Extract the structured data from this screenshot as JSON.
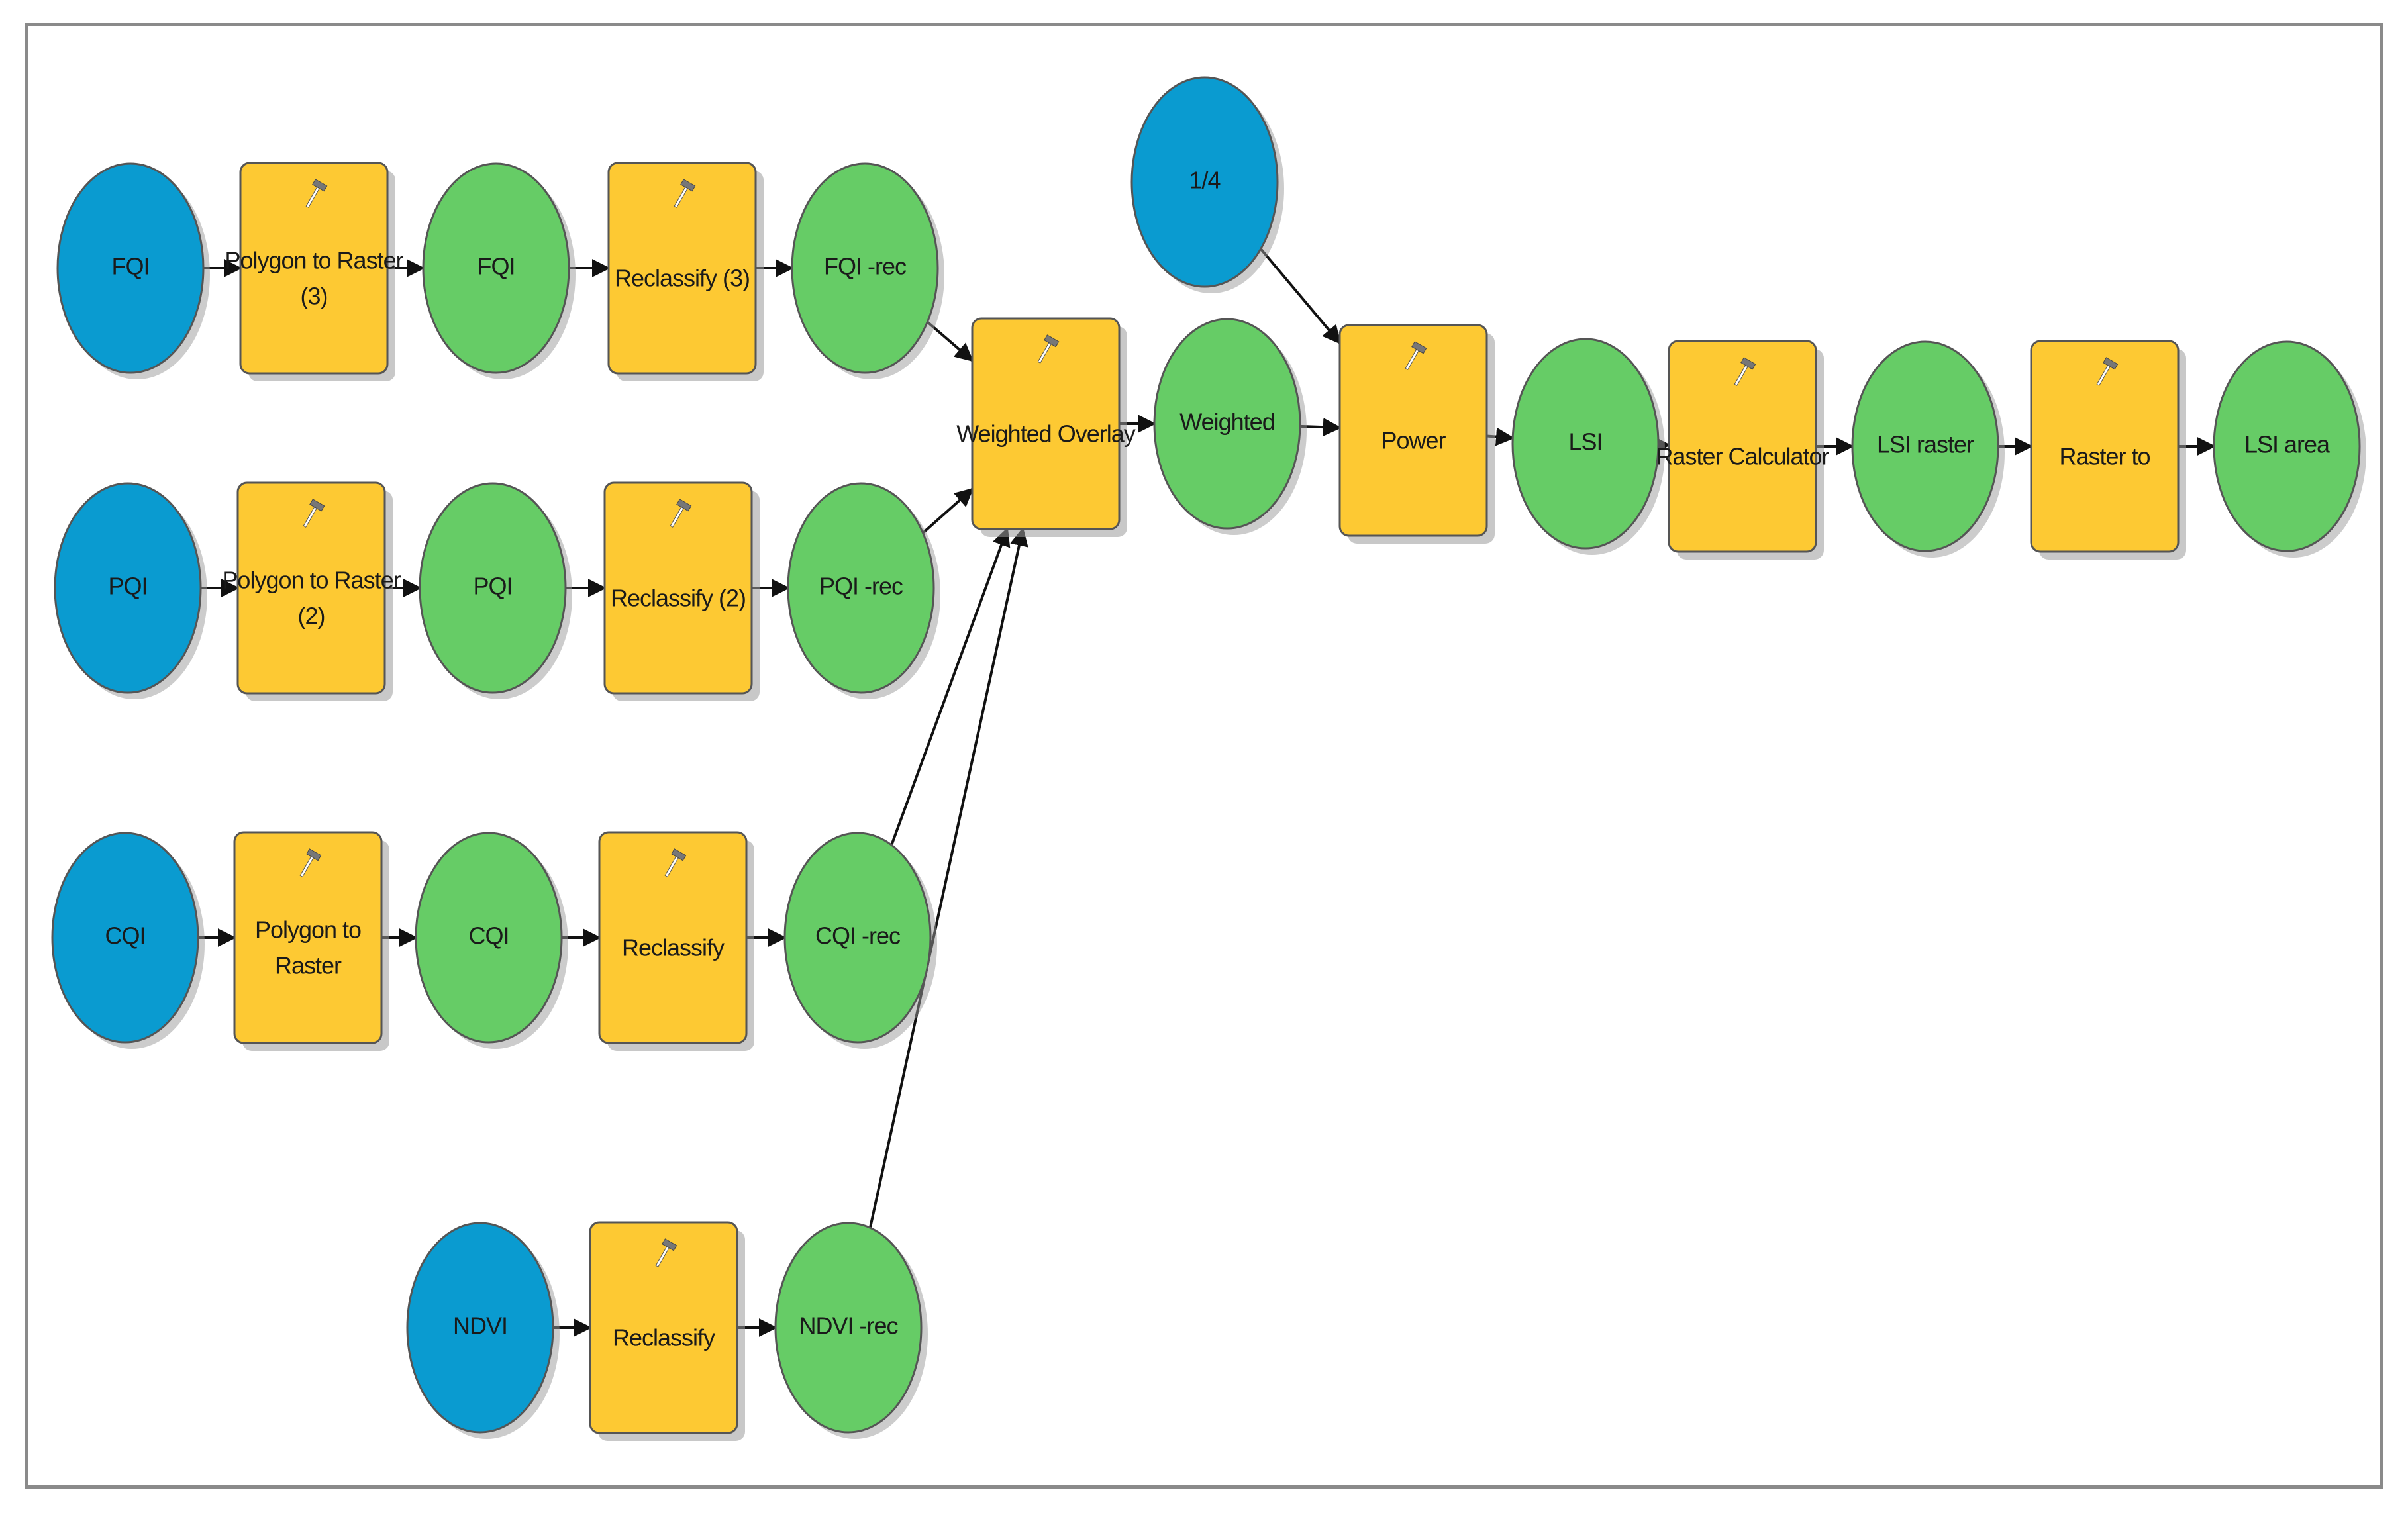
{
  "colors": {
    "input": "#0a9bd0",
    "tool": "#fdc933",
    "output": "#66cc66",
    "border": "#555555",
    "arrow": "#111111",
    "shadow": "#9a9a9a"
  },
  "nodes": [
    {
      "id": "fqi-in",
      "kind": "input",
      "lines": [
        "FQI"
      ]
    },
    {
      "id": "poly-raster-3",
      "kind": "tool",
      "lines": [
        "Polygon to Raster",
        "(3)"
      ]
    },
    {
      "id": "fqi-raster",
      "kind": "output",
      "lines": [
        "FQI"
      ]
    },
    {
      "id": "reclassify-3",
      "kind": "tool",
      "lines": [
        "Reclassify (3)"
      ]
    },
    {
      "id": "fqi-rec",
      "kind": "output",
      "lines": [
        "FQI -rec"
      ]
    },
    {
      "id": "pqi-in",
      "kind": "input",
      "lines": [
        "PQI"
      ]
    },
    {
      "id": "poly-raster-2",
      "kind": "tool",
      "lines": [
        "Polygon to Raster",
        "(2)"
      ]
    },
    {
      "id": "pqi-raster",
      "kind": "output",
      "lines": [
        "PQI"
      ]
    },
    {
      "id": "reclassify-2",
      "kind": "tool",
      "lines": [
        "Reclassify (2)"
      ]
    },
    {
      "id": "pqi-rec",
      "kind": "output",
      "lines": [
        "PQI -rec"
      ]
    },
    {
      "id": "cqi-in",
      "kind": "input",
      "lines": [
        "CQI"
      ]
    },
    {
      "id": "poly-raster",
      "kind": "tool",
      "lines": [
        "Polygon to",
        "Raster"
      ]
    },
    {
      "id": "cqi-raster",
      "kind": "output",
      "lines": [
        "CQI"
      ]
    },
    {
      "id": "reclassify-c",
      "kind": "tool",
      "lines": [
        "Reclassify"
      ]
    },
    {
      "id": "cqi-rec",
      "kind": "output",
      "lines": [
        "CQI -rec"
      ]
    },
    {
      "id": "ndvi-in",
      "kind": "input",
      "lines": [
        "NDVI"
      ]
    },
    {
      "id": "reclassify-n",
      "kind": "tool",
      "lines": [
        "Reclassify"
      ]
    },
    {
      "id": "ndvi-rec",
      "kind": "output",
      "lines": [
        "NDVI -rec"
      ]
    },
    {
      "id": "weighted-overlay",
      "kind": "tool",
      "lines": [
        "Weighted Overlay"
      ]
    },
    {
      "id": "weighted",
      "kind": "output",
      "lines": [
        "Weighted"
      ]
    },
    {
      "id": "quarter",
      "kind": "input",
      "lines": [
        "1/4"
      ]
    },
    {
      "id": "power",
      "kind": "tool",
      "lines": [
        "Power"
      ]
    },
    {
      "id": "lsi",
      "kind": "output",
      "lines": [
        "LSI"
      ]
    },
    {
      "id": "raster-calculator",
      "kind": "tool",
      "lines": [
        "Raster Calculator"
      ]
    },
    {
      "id": "lsi-raster",
      "kind": "output",
      "lines": [
        "LSI raster"
      ]
    },
    {
      "id": "raster-to",
      "kind": "tool",
      "lines": [
        "Raster to"
      ]
    },
    {
      "id": "lsi-area",
      "kind": "output",
      "lines": [
        "LSI area"
      ]
    }
  ],
  "edges": [
    [
      "fqi-in",
      "poly-raster-3"
    ],
    [
      "poly-raster-3",
      "fqi-raster"
    ],
    [
      "fqi-raster",
      "reclassify-3"
    ],
    [
      "reclassify-3",
      "fqi-rec"
    ],
    [
      "pqi-in",
      "poly-raster-2"
    ],
    [
      "poly-raster-2",
      "pqi-raster"
    ],
    [
      "pqi-raster",
      "reclassify-2"
    ],
    [
      "reclassify-2",
      "pqi-rec"
    ],
    [
      "cqi-in",
      "poly-raster"
    ],
    [
      "poly-raster",
      "cqi-raster"
    ],
    [
      "cqi-raster",
      "reclassify-c"
    ],
    [
      "reclassify-c",
      "cqi-rec"
    ],
    [
      "ndvi-in",
      "reclassify-n"
    ],
    [
      "reclassify-n",
      "ndvi-rec"
    ],
    [
      "fqi-rec",
      "weighted-overlay"
    ],
    [
      "pqi-rec",
      "weighted-overlay"
    ],
    [
      "cqi-rec",
      "weighted-overlay"
    ],
    [
      "ndvi-rec",
      "weighted-overlay"
    ],
    [
      "weighted-overlay",
      "weighted"
    ],
    [
      "weighted",
      "power"
    ],
    [
      "quarter",
      "power"
    ],
    [
      "power",
      "lsi"
    ],
    [
      "lsi",
      "raster-calculator"
    ],
    [
      "raster-calculator",
      "lsi-raster"
    ],
    [
      "lsi-raster",
      "raster-to"
    ],
    [
      "raster-to",
      "lsi-area"
    ]
  ]
}
